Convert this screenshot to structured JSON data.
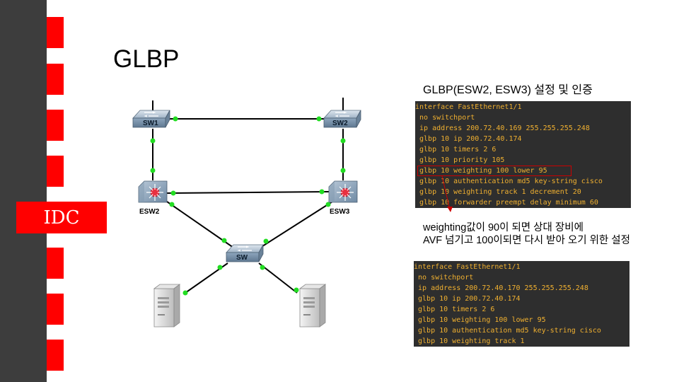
{
  "slide": {
    "title": "GLBP",
    "sidebar_label": "IDC",
    "section_heading": "GLBP(ESW2, ESW3) 설정 및 인증",
    "note_lines": [
      "weighting값이 90이 되면 상대 장비에",
      "AVF 넘기고 100이되면 다시 받아 오기 위한 설정"
    ]
  },
  "topology": {
    "devices": {
      "sw1": "SW1",
      "sw2": "SW2",
      "esw2": "ESW2",
      "esw3": "ESW3",
      "sw": "SW"
    },
    "icons": [
      "switch-icon",
      "multilayer-switch-icon",
      "server-icon"
    ]
  },
  "config_esw2": [
    "interface FastEthernet1/1",
    " no switchport",
    " ip address 200.72.40.169 255.255.255.248",
    " glbp 10 ip 200.72.40.174",
    " glbp 10 timers 2 6",
    " glbp 10 priority 105",
    " glbp 10 weighting 100 lower 95",
    " glbp 10 authentication md5 key-string cisco",
    " glbp 10 weighting track 1 decrement 20",
    " glbp 10 forwarder preempt delay minimum 60"
  ],
  "config_esw3": [
    "interface FastEthernet1/1",
    " no switchport",
    " ip address 200.72.40.170 255.255.255.248",
    " glbp 10 ip 200.72.40.174",
    " glbp 10 timers 2 6",
    " glbp 10 weighting 100 lower 95",
    " glbp 10 authentication md5 key-string cisco",
    " glbp 10 weighting track 1"
  ],
  "colors": {
    "sidebar": "#3d3d3d",
    "accent_red": "#ff0000",
    "config_bg": "#2e2e2e",
    "config_text": "#f0b030",
    "link_dot": "#22dd22"
  }
}
